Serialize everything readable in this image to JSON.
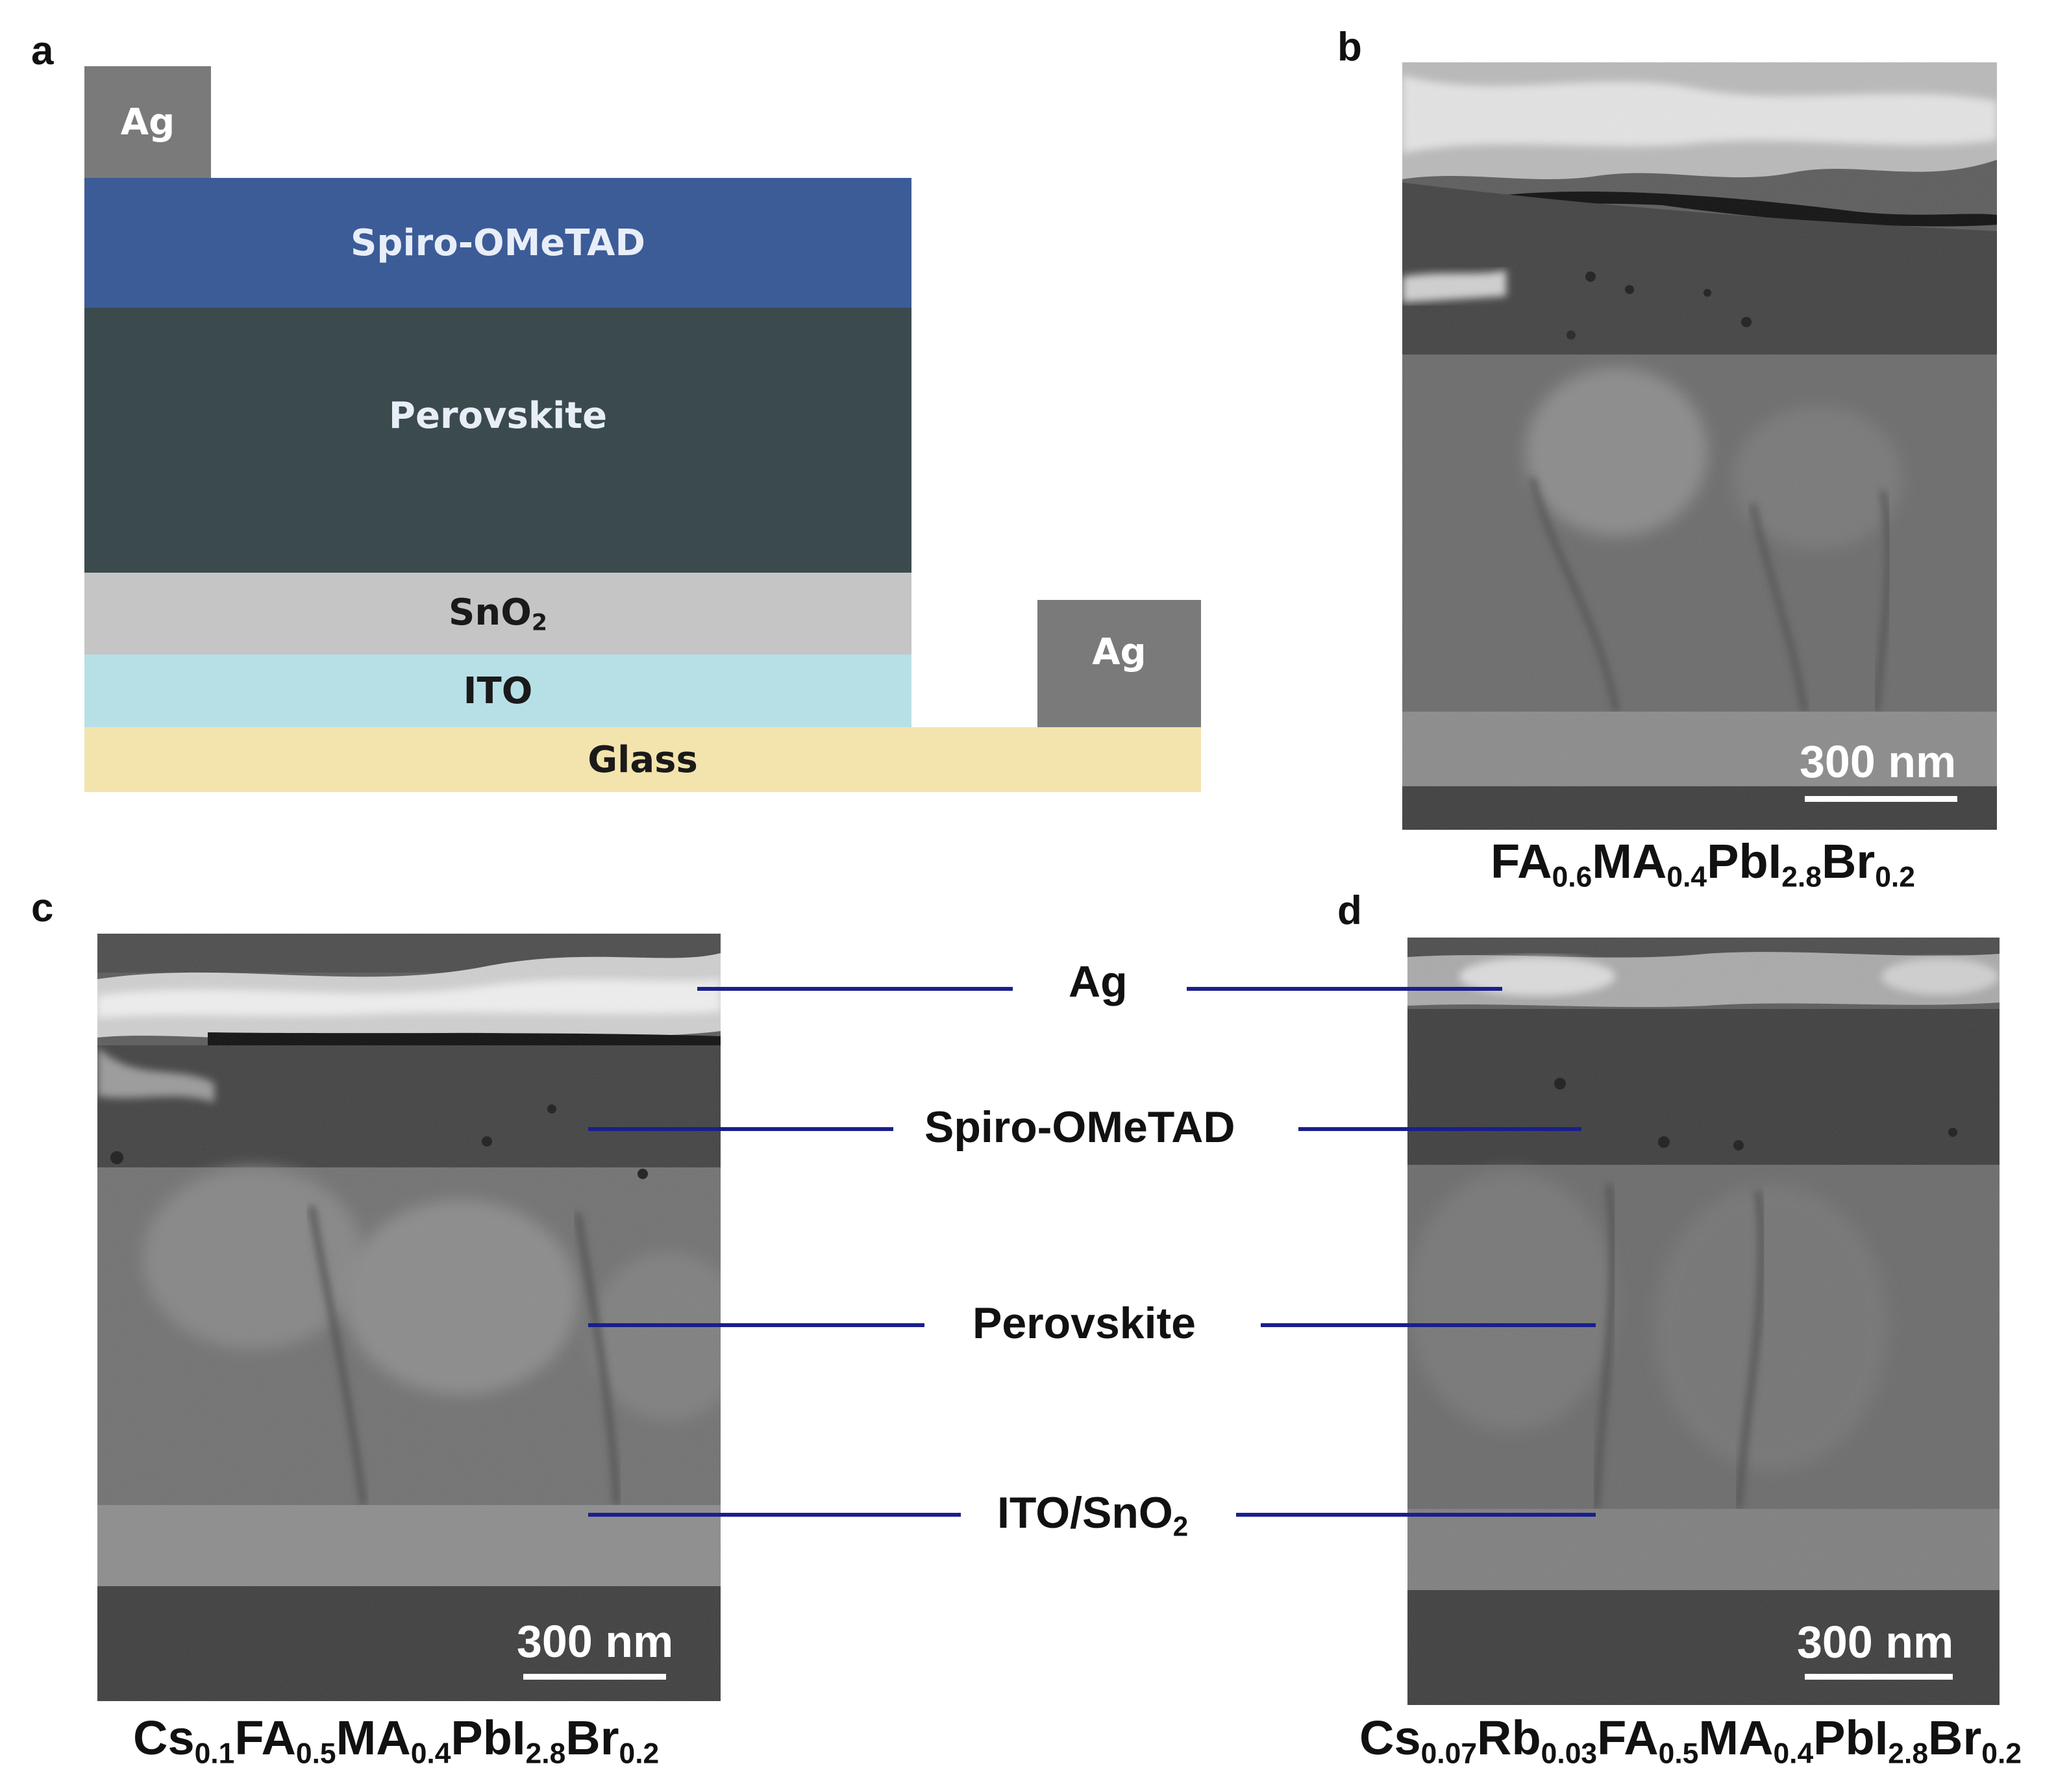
{
  "panels": {
    "a": {
      "letter": "a",
      "layers": {
        "ag_top": "Ag",
        "spiro": "Spiro-OMeTAD",
        "perovskite": "Perovskite",
        "sno2": "SnO",
        "sno2_sub": "2",
        "ito": "ITO",
        "glass": "Glass",
        "ag_side": "Ag"
      },
      "colors": {
        "ag": "#7a7a7a",
        "spiro": "#3c5c98",
        "perovskite": "#3a4a4d",
        "sno2": "#c5c5c5",
        "ito": "#b7e0e6",
        "glass": "#f3e4ae"
      }
    },
    "b": {
      "letter": "b",
      "scale_bar": "300 nm",
      "caption": [
        {
          "t": "FA"
        },
        {
          "s": "0.6"
        },
        {
          "t": "MA"
        },
        {
          "s": "0.4"
        },
        {
          "t": "PbI"
        },
        {
          "s": "2.8"
        },
        {
          "t": "Br"
        },
        {
          "s": "0.2"
        }
      ]
    },
    "c": {
      "letter": "c",
      "scale_bar": "300 nm",
      "caption": [
        {
          "t": "Cs"
        },
        {
          "s": "0.1"
        },
        {
          "t": "FA"
        },
        {
          "s": "0.5"
        },
        {
          "t": "MA"
        },
        {
          "s": "0.4"
        },
        {
          "t": "PbI"
        },
        {
          "s": "2.8"
        },
        {
          "t": "Br"
        },
        {
          "s": "0.2"
        }
      ]
    },
    "d": {
      "letter": "d",
      "scale_bar": "300 nm",
      "caption": [
        {
          "t": "Cs"
        },
        {
          "s": "0.07"
        },
        {
          "t": "Rb"
        },
        {
          "s": "0.03"
        },
        {
          "t": "FA"
        },
        {
          "s": "0.5"
        },
        {
          "t": "MA"
        },
        {
          "s": "0.4"
        },
        {
          "t": "PbI"
        },
        {
          "s": "2.8"
        },
        {
          "t": "Br"
        },
        {
          "s": "0.2"
        }
      ]
    }
  },
  "center_labels": {
    "ag": "Ag",
    "spiro": "Spiro-OMeTAD",
    "perovskite": "Perovskite",
    "ito_sno2": "ITO/SnO",
    "ito_sno2_sub": "2"
  },
  "colors": {
    "leader_line": "#1a1f8c"
  }
}
